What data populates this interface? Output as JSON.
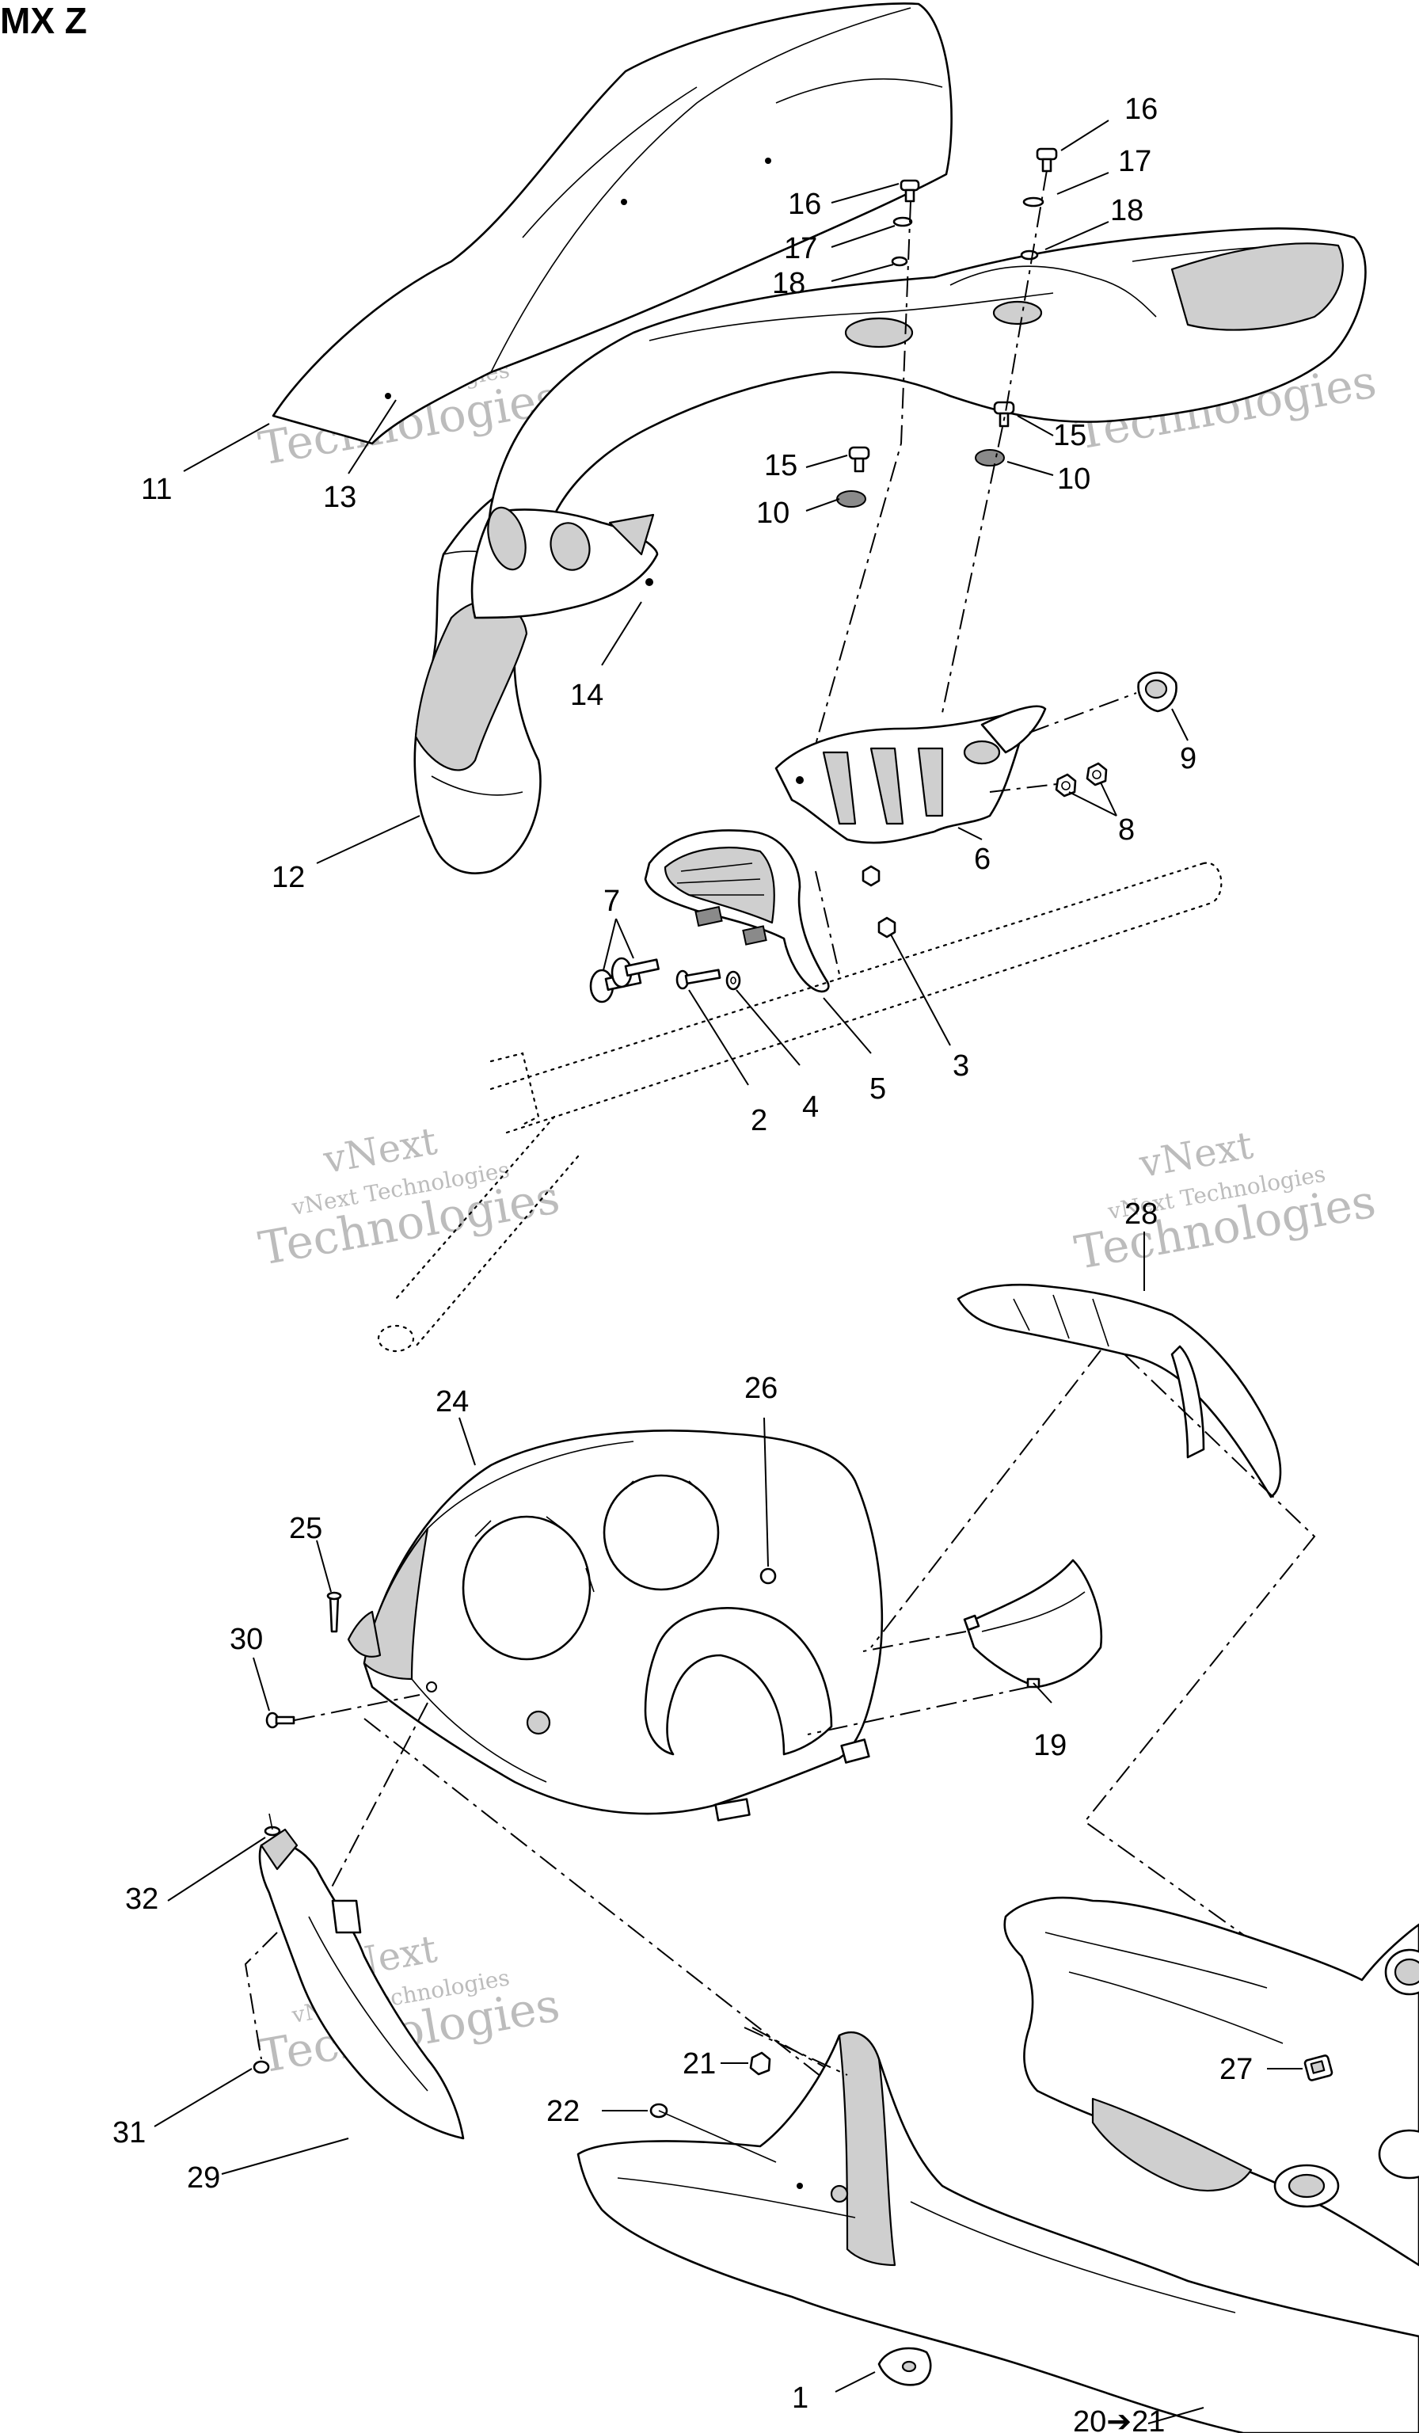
{
  "title": "MX Z",
  "watermark": {
    "line1": "vNext",
    "line2": "vNext Technologies",
    "line3": "Technologies"
  },
  "callouts": [
    {
      "id": "c16a",
      "text": "16"
    },
    {
      "id": "c17a",
      "text": "17"
    },
    {
      "id": "c18a",
      "text": "18"
    },
    {
      "id": "c16b",
      "text": "16"
    },
    {
      "id": "c17b",
      "text": "17"
    },
    {
      "id": "c18b",
      "text": "18"
    },
    {
      "id": "c11",
      "text": "11"
    },
    {
      "id": "c13",
      "text": "13"
    },
    {
      "id": "c15a",
      "text": "15"
    },
    {
      "id": "c10a",
      "text": "10"
    },
    {
      "id": "c15b",
      "text": "15"
    },
    {
      "id": "c10b",
      "text": "10"
    },
    {
      "id": "c14",
      "text": "14"
    },
    {
      "id": "c9",
      "text": "9"
    },
    {
      "id": "c8",
      "text": "8"
    },
    {
      "id": "c6",
      "text": "6"
    },
    {
      "id": "c12",
      "text": "12"
    },
    {
      "id": "c7",
      "text": "7"
    },
    {
      "id": "c3",
      "text": "3"
    },
    {
      "id": "c5",
      "text": "5"
    },
    {
      "id": "c4",
      "text": "4"
    },
    {
      "id": "c2",
      "text": "2"
    },
    {
      "id": "c28",
      "text": "28"
    },
    {
      "id": "c24",
      "text": "24"
    },
    {
      "id": "c26",
      "text": "26"
    },
    {
      "id": "c25",
      "text": "25"
    },
    {
      "id": "c30",
      "text": "30"
    },
    {
      "id": "c19",
      "text": "19"
    },
    {
      "id": "c32",
      "text": "32"
    },
    {
      "id": "c21",
      "text": "21"
    },
    {
      "id": "c22",
      "text": "22"
    },
    {
      "id": "c27",
      "text": "27"
    },
    {
      "id": "c31",
      "text": "31"
    },
    {
      "id": "c29",
      "text": "29"
    },
    {
      "id": "c1",
      "text": "1"
    },
    {
      "id": "c20",
      "text": "20➔21"
    }
  ]
}
